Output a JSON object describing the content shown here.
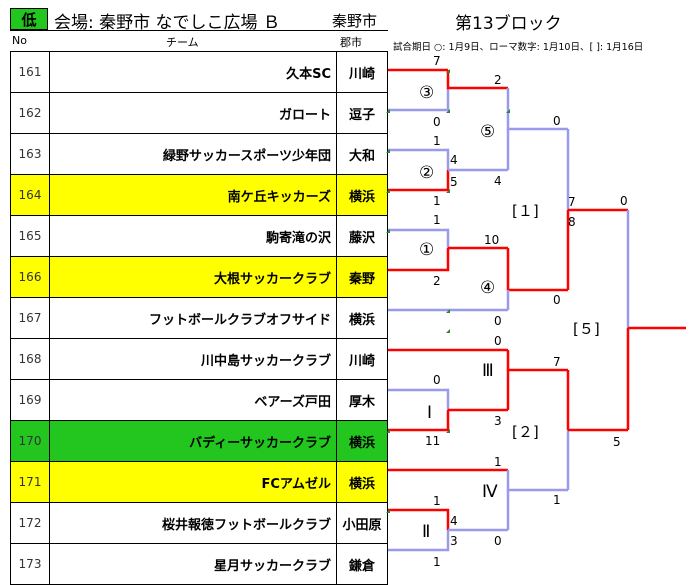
{
  "header": {
    "badge": "低",
    "venue": "会場: 秦野市 なでしこ広場 Ｂ",
    "venue_city": "秦野市",
    "block_title": "第13ブロック",
    "col_no": "No",
    "col_team": "チーム",
    "col_city": "郡市",
    "legend": "試合期日 ○: 1月9日、ローマ数字: 1月10日、[ ]: 1月16日"
  },
  "teams": [
    {
      "no": "161",
      "name": "久本SC",
      "city": "川崎",
      "highlight": ""
    },
    {
      "no": "162",
      "name": "ガロート",
      "city": "逗子",
      "highlight": ""
    },
    {
      "no": "163",
      "name": "緑野サッカースポーツ少年団",
      "city": "大和",
      "highlight": ""
    },
    {
      "no": "164",
      "name": "南ケ丘キッカーズ",
      "city": "横浜",
      "highlight": "yellow"
    },
    {
      "no": "165",
      "name": "駒寄滝の沢",
      "city": "藤沢",
      "highlight": ""
    },
    {
      "no": "166",
      "name": "大根サッカークラブ",
      "city": "秦野",
      "highlight": "yellow"
    },
    {
      "no": "167",
      "name": "フットボールクラブオフサイド",
      "city": "横浜",
      "highlight": ""
    },
    {
      "no": "168",
      "name": "川中島サッカークラブ",
      "city": "川崎",
      "highlight": ""
    },
    {
      "no": "169",
      "name": "ベアーズ戸田",
      "city": "厚木",
      "highlight": ""
    },
    {
      "no": "170",
      "name": "バディーサッカークラブ",
      "city": "横浜",
      "highlight": "green"
    },
    {
      "no": "171",
      "name": "FCアムゼル",
      "city": "横浜",
      "highlight": "yellow"
    },
    {
      "no": "172",
      "name": "桜井報徳フットボールクラブ",
      "city": "小田原",
      "highlight": ""
    },
    {
      "no": "173",
      "name": "星月サッカークラブ",
      "city": "鎌倉",
      "highlight": ""
    }
  ],
  "bracket": {
    "colors": {
      "win": "#ff0000",
      "lose": "#9999ee"
    },
    "match_labels": {
      "m3": "③",
      "m2": "②",
      "m1": "①",
      "m4": "④",
      "m5": "⑤",
      "r1": "Ⅰ",
      "r3": "Ⅲ",
      "r4": "Ⅳ",
      "r2": "Ⅱ",
      "b1": "[１]",
      "b2": "[２]",
      "b5": "[５]"
    },
    "scores": {
      "m3_top": "7",
      "m3_bot": "0",
      "m2_top": "1",
      "m2_a": "4",
      "m2_b": "5",
      "m2_bot": "1",
      "m1_top": "1",
      "m1_bot": "2",
      "m5_top": "2",
      "m5_bot": "4",
      "m4_top": "10",
      "m4_bot": "0",
      "b1_top": "0",
      "b1_bot": "0",
      "r1_top": "0",
      "r1_bot": "11",
      "r3_top": "0",
      "r3_bot": "3",
      "r2_top": "1",
      "r2_a": "4",
      "r2_b": "3",
      "r2_bot": "1",
      "r4_top": "1",
      "r4_bot": "0",
      "b2_top": "7",
      "b2_bot": "1",
      "b5_top_a": "7",
      "b5_top_b": "8",
      "b5_top": "0",
      "b5_bot": "5"
    }
  }
}
